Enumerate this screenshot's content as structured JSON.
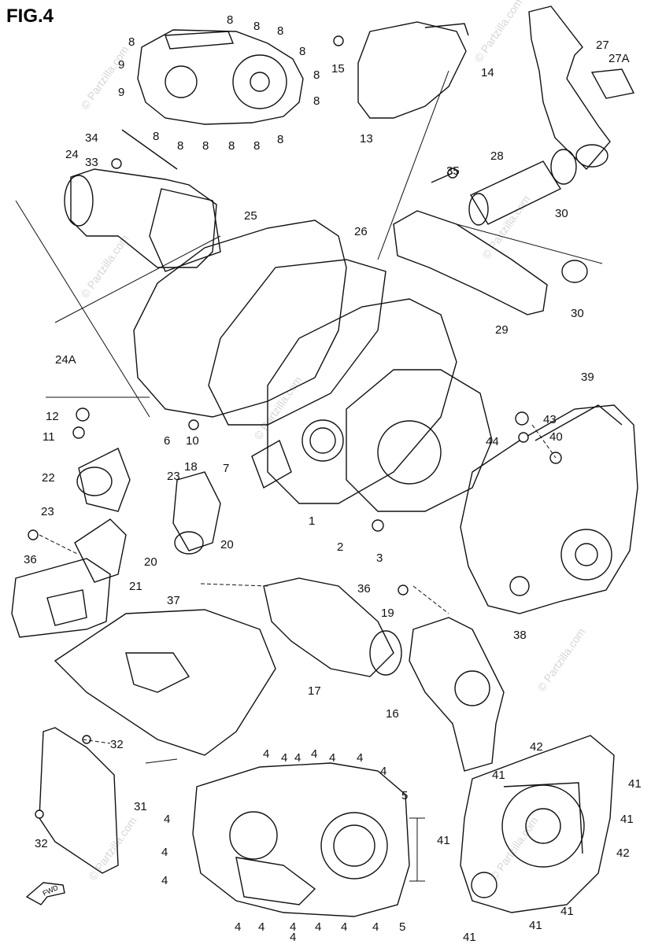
{
  "title": "FIG.4",
  "watermark": "© Partzilla.com",
  "fwd_label": "FWD",
  "labels": [
    "1",
    "2",
    "3",
    "4",
    "5",
    "6",
    "7",
    "8",
    "9",
    "10",
    "11",
    "12",
    "13",
    "14",
    "15",
    "16",
    "17",
    "18",
    "19",
    "20",
    "21",
    "22",
    "23",
    "24",
    "24A",
    "25",
    "26",
    "27",
    "27A",
    "28",
    "29",
    "30",
    "31",
    "32",
    "33",
    "34",
    "35",
    "36",
    "37",
    "38",
    "39",
    "40",
    "41",
    "42",
    "43",
    "44"
  ]
}
